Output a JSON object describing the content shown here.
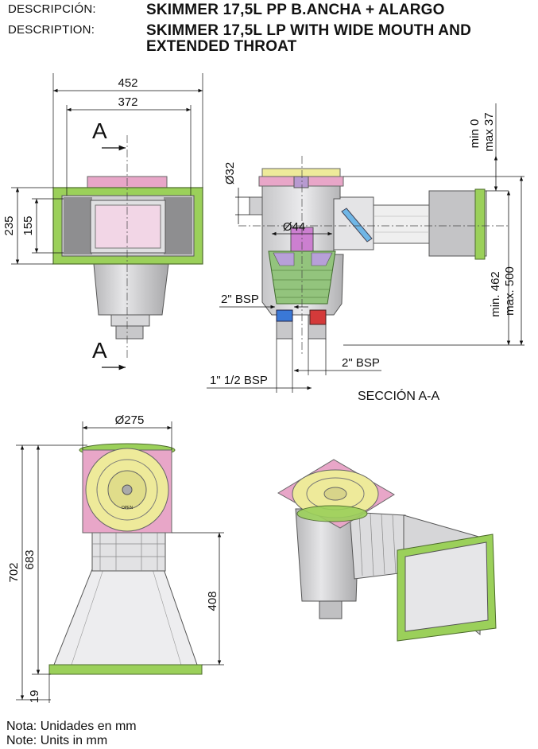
{
  "header": {
    "desc_es_label": "DESCRIPCIÓN:",
    "desc_en_label": "DESCRIPTION:",
    "title_es": "SKIMMER 17,5L PP B.ANCHA + ALARGO",
    "title_en_line1": "SKIMMER 17,5L LP WITH WIDE MOUTH AND",
    "title_en_line2": "EXTENDED THROAT"
  },
  "front_view": {
    "dim_width_outer": "452",
    "dim_width_inner": "372",
    "dim_height_outer": "235",
    "dim_height_inner": "155",
    "section_mark": "A"
  },
  "section_view": {
    "dim_pipe_diameter": "Ø32",
    "dim_bore_diameter": "Ø44",
    "dim_min_top": "min 0",
    "dim_max_top": "max 37",
    "dim_min_height": "min. 462",
    "dim_max_height": "max. 500",
    "bsp_left_top": "2\"  BSP",
    "bsp_right": "2\" BSP",
    "bsp_bottom": "1\" 1/2 BSP",
    "caption": "SECCIÓN A-A"
  },
  "side_view": {
    "dim_lid_diameter": "Ø275",
    "dim_total_height": "702",
    "dim_body_height": "683",
    "dim_throat_height": "408",
    "dim_frame": "19"
  },
  "lid_text": "OPEN",
  "notes": {
    "es": "Nota: Unidades en mm",
    "en": "Note: Units in mm"
  },
  "colors": {
    "frame_green": "#9bd05a",
    "lid_pink": "#e8a6c8",
    "lid_yellow": "#eeea9a",
    "body_gray": "#d4d4d6",
    "shadow_gray": "#9a9a9c",
    "basket_green": "#93c47d",
    "valve_blue": "#3a78d6",
    "valve_red": "#d43a3a"
  }
}
